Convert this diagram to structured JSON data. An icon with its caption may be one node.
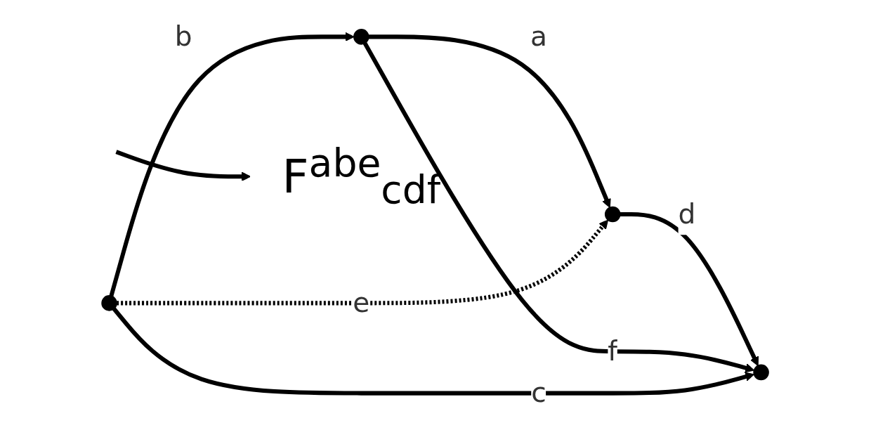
{
  "diagram": {
    "nodes": [
      {
        "text": [],
        "shape": "dot"
      },
      {
        "text": [],
        "shape": "dot"
      },
      {
        "text": [],
        "shape": "dot"
      },
      {
        "text": [],
        "shape": "dot"
      },
      {
        "text": [
          "F$^{abe}$$_{cdf}$"
        ]
      }
    ],
    "edges": [
      {
        "from": 1,
        "to": 0,
        "arrow": "to",
        "label": "a"
      },
      {
        "from": 0,
        "to": 2,
        "arrow": "to",
        "label": "d"
      },
      {
        "from": 1,
        "to": 2,
        "arrow": "to",
        "label": "f"
      },
      {
        "from": 3,
        "to": 1,
        "arrow": "to",
        "label": "b"
      },
      {
        "from": 3,
        "to": 2,
        "arrow": "to",
        "label": "c"
      },
      {
        "from": 3,
        "to": 0,
        "arrow": "to",
        "label": "e",
        "style": "dashed"
      },
      {
        "from": null,
        "to": 4,
        "arrow": "to"
      }
    ]
  }
}
